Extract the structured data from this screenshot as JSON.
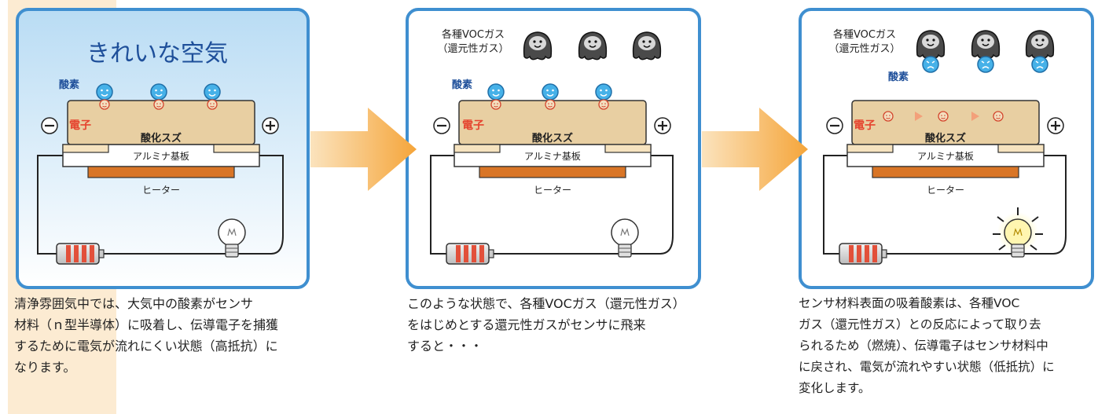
{
  "panels": [
    {
      "title": "きれいな空気",
      "oxygen_label": "酸素",
      "electron_label": "電子",
      "tin_oxide_label": "酸化スズ",
      "substrate_label": "アルミナ基板",
      "heater_label": "ヒーター",
      "caption": [
        "清浄雰囲気中では、大気中の酸素がセンサ",
        "材料（ｎ型半導体）に吸着し、伝導電子を捕獲",
        "するために電気が流れにくい状態（高抵抗）に",
        "なります。"
      ]
    },
    {
      "gas_label_line1": "各種VOCガス",
      "gas_label_line2": "（還元性ガス）",
      "oxygen_label": "酸素",
      "electron_label": "電子",
      "tin_oxide_label": "酸化スズ",
      "substrate_label": "アルミナ基板",
      "heater_label": "ヒーター",
      "caption": [
        "このような状態で、各種VOCガス（還元性ガス）",
        "をはじめとする還元性ガスがセンサに飛来",
        "すると・・・"
      ]
    },
    {
      "gas_label_line1": "各種VOCガス",
      "gas_label_line2": "（還元性ガス）",
      "oxygen_label": "酸素",
      "electron_label": "電子",
      "tin_oxide_label": "酸化スズ",
      "substrate_label": "アルミナ基板",
      "heater_label": "ヒーター",
      "caption": [
        "センサ材料表面の吸着酸素は、各種VOC",
        "ガス（還元性ガス）との反応によって取り去",
        "られるため（燃焼）、伝導電子はセンサ材料中",
        "に戻され、電気が流れやすい状態（低抵抗）に",
        "変化します。"
      ]
    }
  ],
  "symbols": {
    "minus": "−",
    "plus": "+"
  },
  "colors": {
    "frame": "#3f8fd0",
    "clean_air_bg": "#cfe7f7",
    "tin_oxide": "#e8cfa2",
    "heater": "#d97526",
    "arrow": "#f5a53a",
    "oxygen": "#46b1e8",
    "electron_text": "#e5442f",
    "label_blue": "#1e4f9a",
    "caption_highlight": "#fcebd2"
  }
}
